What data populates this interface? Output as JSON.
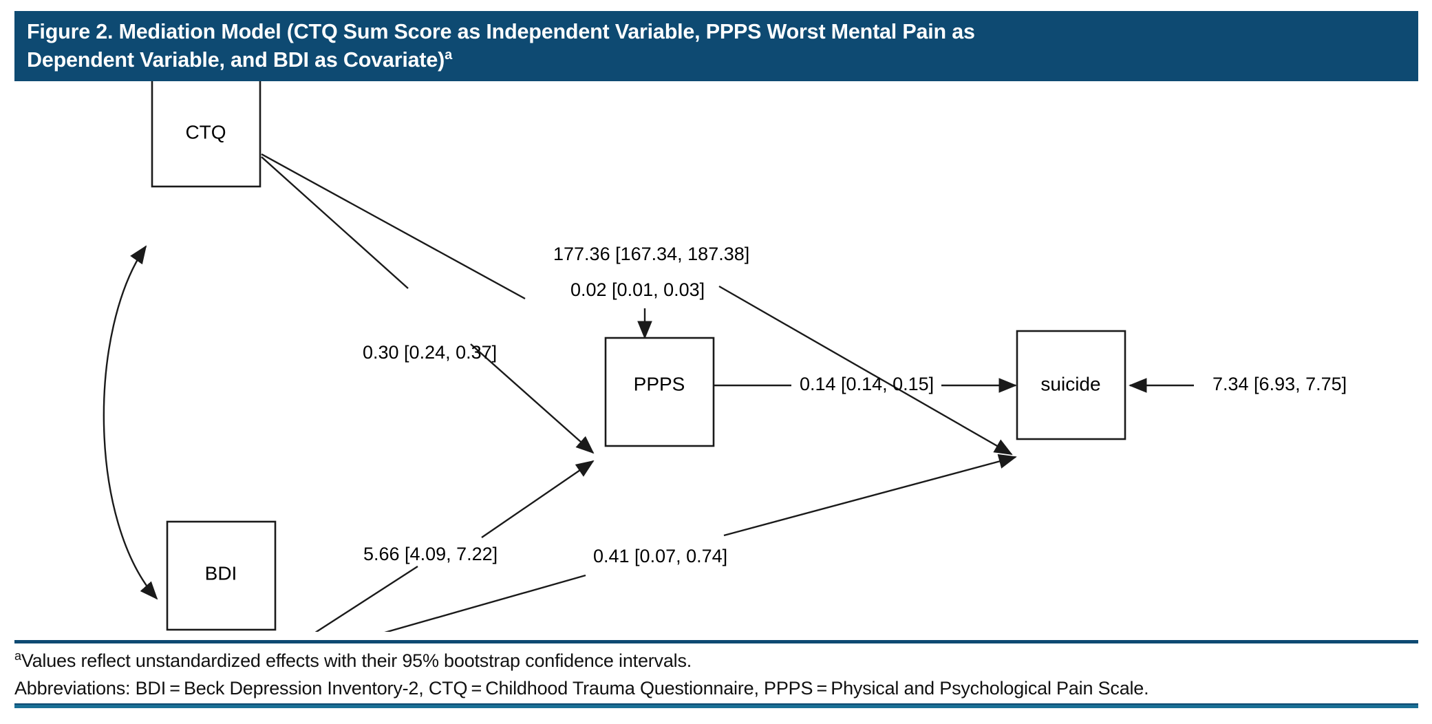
{
  "title": {
    "line1": "Figure 2. Mediation Model (CTQ Sum Score as Independent Variable, PPPS Worst Mental Pain as",
    "line2": "Dependent Variable, and BDI as Covariate)",
    "superscript": "a"
  },
  "colors": {
    "header_bg": "#0e4a72",
    "rule_top": "#0e4a72",
    "rule_bottom": "#1a6f95",
    "stroke": "#1a1a1a",
    "page_bg": "#ffffff"
  },
  "nodes": {
    "ctq": "CTQ",
    "ppps": "PPPS",
    "bdi": "BDI",
    "suicide": "suicide"
  },
  "labels": {
    "ctq_to_ppps": "0.30 [0.24, 0.37]",
    "ppps_intercept": "177.36 [167.34, 187.38]",
    "ctq_to_suicide": "0.02 [0.01, 0.03]",
    "ppps_to_suicide": "0.14 [0.14, 0.15]",
    "suicide_intercept": "7.34 [6.93, 7.75]",
    "bdi_to_ppps": "5.66 [4.09, 7.22]",
    "bdi_to_suicide": "0.41 [0.07, 0.74]"
  },
  "footnotes": {
    "marker": "a",
    "line1": "Values reflect unstandardized effects with their 95% bootstrap confidence intervals.",
    "line2": "Abbreviations: BDI = Beck Depression Inventory-2, CTQ = Childhood Trauma Questionnaire, PPPS = Physical and Psychological Pain Scale."
  },
  "chart_data": {
    "type": "diagram",
    "title": "Figure 2. Mediation Model (CTQ Sum Score as Independent Variable, PPPS Worst Mental Pain as Dependent Variable, and BDI as Covariate)",
    "nodes": [
      {
        "id": "ctq",
        "label": "CTQ",
        "role": "independent-variable"
      },
      {
        "id": "ppps",
        "label": "PPPS",
        "role": "mediator"
      },
      {
        "id": "bdi",
        "label": "BDI",
        "role": "covariate"
      },
      {
        "id": "suicide",
        "label": "suicide",
        "role": "dependent-variable"
      }
    ],
    "edges": [
      {
        "from": "ctq",
        "to": "ppps",
        "label": "0.30 [0.24, 0.37]",
        "estimate": 0.3,
        "ci": [
          0.24,
          0.37
        ],
        "arrow": "single"
      },
      {
        "from": "ctq",
        "to": "suicide",
        "label": "0.02 [0.01, 0.03]",
        "estimate": 0.02,
        "ci": [
          0.01,
          0.03
        ],
        "arrow": "single"
      },
      {
        "from": "ppps",
        "to": "suicide",
        "label": "0.14 [0.14, 0.15]",
        "estimate": 0.14,
        "ci": [
          0.14,
          0.15
        ],
        "arrow": "single"
      },
      {
        "from": "bdi",
        "to": "ppps",
        "label": "5.66 [4.09, 7.22]",
        "estimate": 5.66,
        "ci": [
          4.09,
          7.22
        ],
        "arrow": "single"
      },
      {
        "from": "bdi",
        "to": "suicide",
        "label": "0.41 [0.07, 0.74]",
        "estimate": 0.41,
        "ci": [
          0.07,
          0.74
        ],
        "arrow": "single"
      },
      {
        "from": "intercept",
        "to": "ppps",
        "label": "177.36 [167.34, 187.38]",
        "estimate": 177.36,
        "ci": [
          167.34,
          187.38
        ],
        "arrow": "single"
      },
      {
        "from": "intercept",
        "to": "suicide",
        "label": "7.34 [6.93, 7.75]",
        "estimate": 7.34,
        "ci": [
          6.93,
          7.75
        ],
        "arrow": "single"
      },
      {
        "from": "ctq",
        "to": "bdi",
        "label": "",
        "arrow": "double",
        "relation": "covariance"
      }
    ]
  }
}
